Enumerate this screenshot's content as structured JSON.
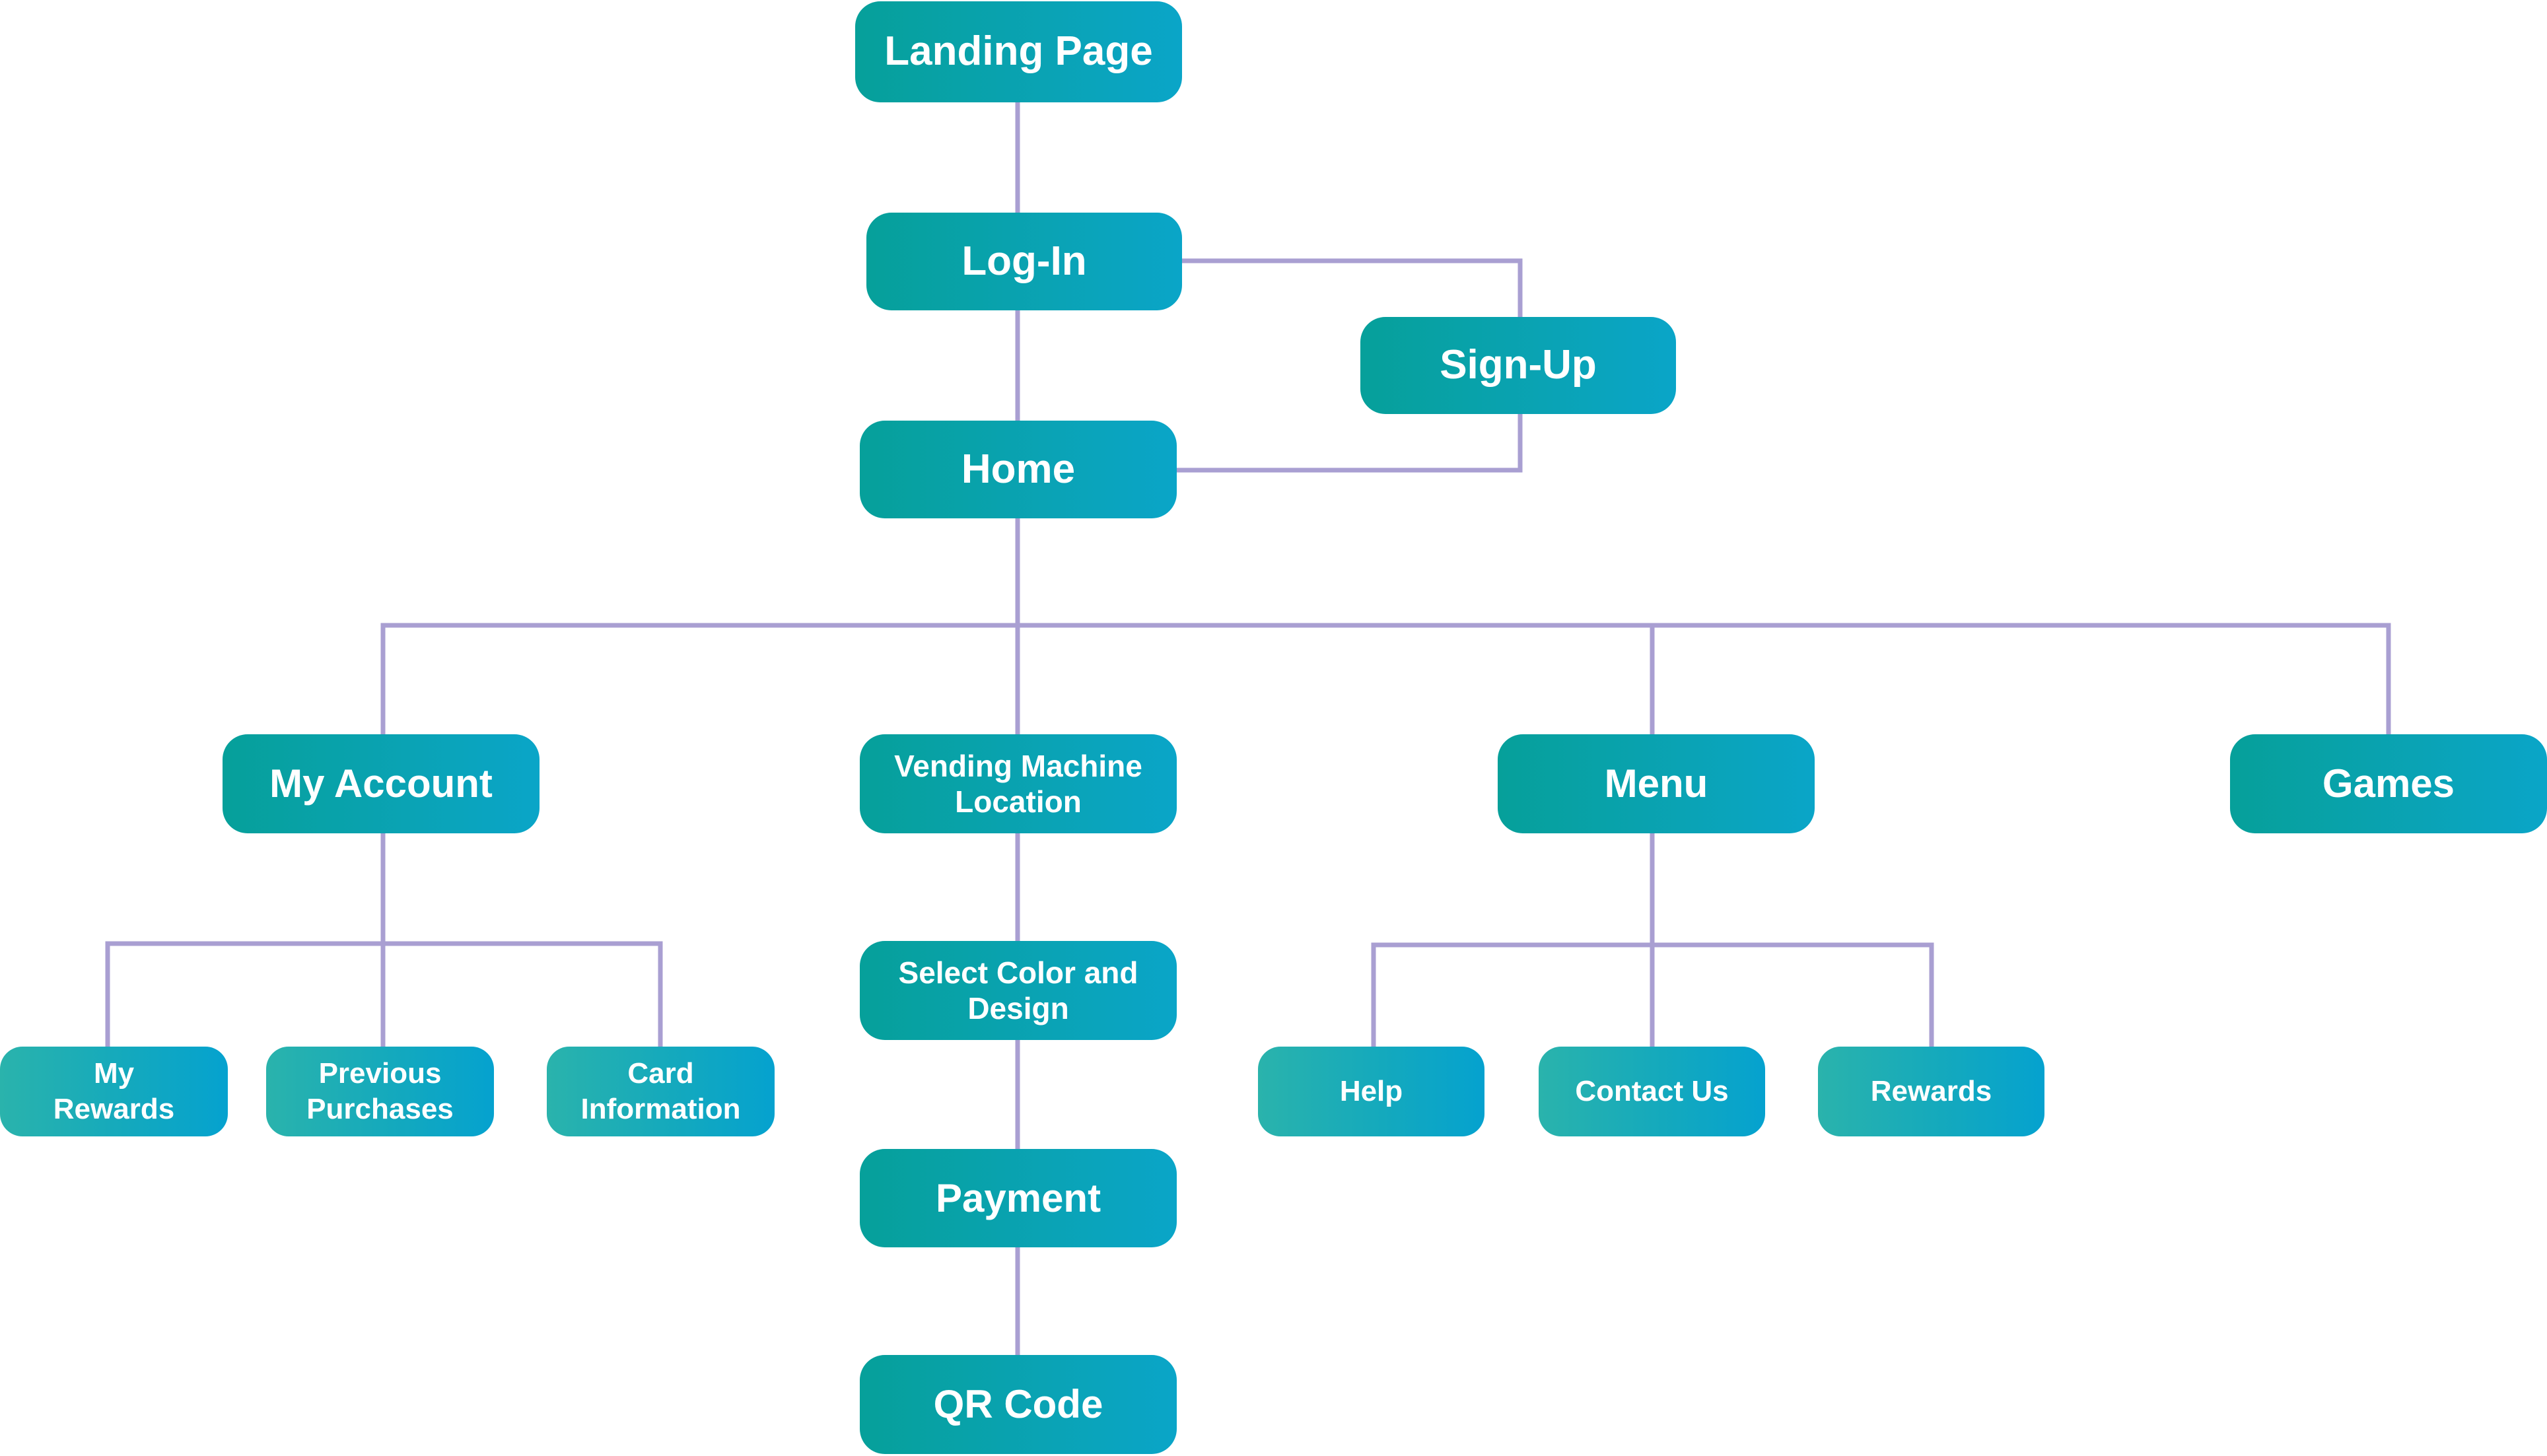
{
  "nodes": {
    "landing_page": "Landing Page",
    "log_in": "Log-In",
    "sign_up": "Sign-Up",
    "home": "Home",
    "my_account": "My Account",
    "vending_machine_location": "Vending Machine Location",
    "menu": "Menu",
    "games": "Games",
    "my_rewards": "My Rewards",
    "previous_purchases": "Previous Purchases",
    "card_information": "Card Information",
    "select_color_and_design": "Select Color and Design",
    "payment": "Payment",
    "qr_code": "QR Code",
    "help": "Help",
    "contact_us": "Contact Us",
    "rewards": "Rewards"
  },
  "colors": {
    "node_gradient_start": "#06a09a",
    "node_gradient_end": "#0aa5c8",
    "connector": "#a99fd2",
    "node_text": "#ffffff"
  }
}
